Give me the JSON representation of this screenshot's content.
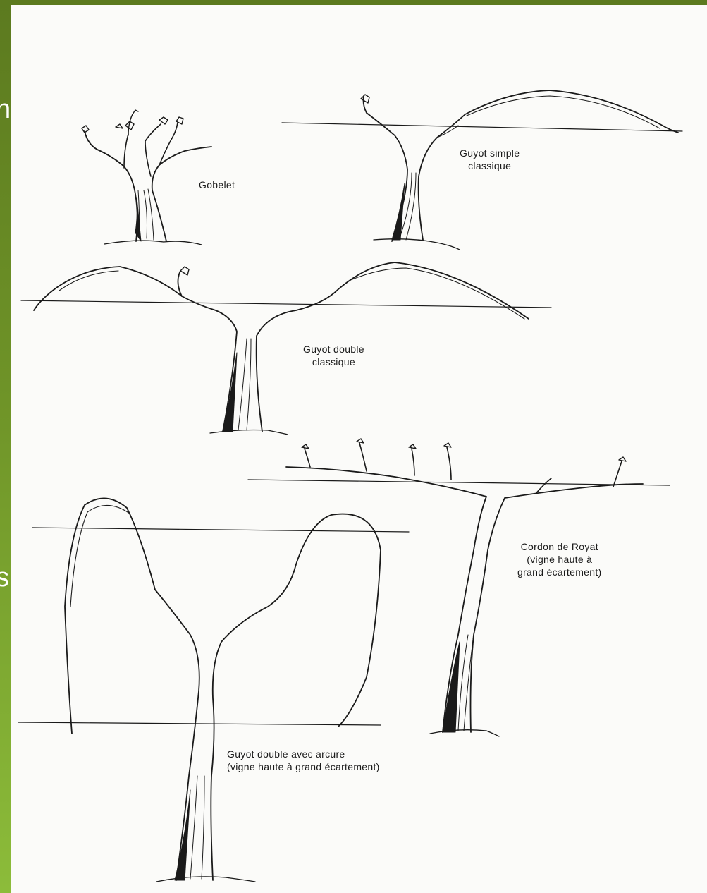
{
  "labels": {
    "gobelet": "Gobelet",
    "guyot_simple": [
      "Guyot simple",
      "classique"
    ],
    "guyot_double": [
      "Guyot double",
      "classique"
    ],
    "cordon_royat": [
      "Cordon de Royat",
      "(vigne haute à",
      "grand écartement)"
    ],
    "guyot_arcure": [
      "Guyot double avec arcure",
      "(vigne haute à grand écartement)"
    ]
  },
  "edge_chars": [
    "n",
    "s"
  ],
  "colors": {
    "frame_top": "#5c7a1f",
    "frame_bottom": "#8cbc3a",
    "paper": "#fbfbf9",
    "ink": "#1a1a1a"
  }
}
